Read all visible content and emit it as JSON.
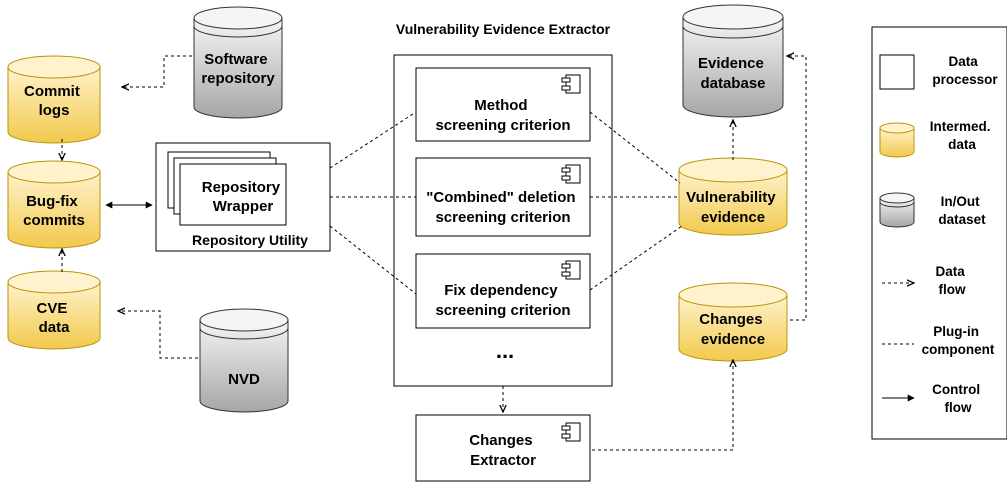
{
  "title": "Vulnerability Evidence Extractor",
  "nodes": {
    "software_repository": [
      "Software",
      "repository"
    ],
    "commit_logs": [
      "Commit",
      "logs"
    ],
    "bugfix_commits": [
      "Bug-fix",
      "commits"
    ],
    "cve_data": [
      "CVE",
      "data"
    ],
    "nvd": [
      "NVD"
    ],
    "repository_wrapper": [
      "Repository",
      "Wrapper"
    ],
    "repository_utility": "Repository Utility",
    "method_criterion": [
      "Method",
      "screening criterion"
    ],
    "combined_criterion": [
      "\"Combined\" deletion",
      "screening criterion"
    ],
    "fix_dependency_criterion": [
      "Fix dependency",
      "screening criterion"
    ],
    "more_criteria": "...",
    "changes_extractor": [
      "Changes",
      "Extractor"
    ],
    "evidence_database": [
      "Evidence",
      "database"
    ],
    "vulnerability_evidence": [
      "Vulnerability",
      "evidence"
    ],
    "changes_evidence": [
      "Changes",
      "evidence"
    ]
  },
  "legend": {
    "data_processor": [
      "Data",
      "processor"
    ],
    "intermed_data": [
      "Intermed.",
      "data"
    ],
    "inout_dataset": [
      "In/Out",
      "dataset"
    ],
    "data_flow": [
      "Data",
      "flow"
    ],
    "plugin_component": [
      "Plug-in",
      "component"
    ],
    "control_flow": [
      "Control",
      "flow"
    ]
  },
  "colors": {
    "intermediate_top": "#fff2cc",
    "intermediate_bottom": "#f2c94c",
    "dataset_top": "#f5f5f5",
    "dataset_bottom": "#a6a6a6",
    "stroke": "#000000"
  },
  "icons": {
    "component": "uml-component-icon"
  }
}
